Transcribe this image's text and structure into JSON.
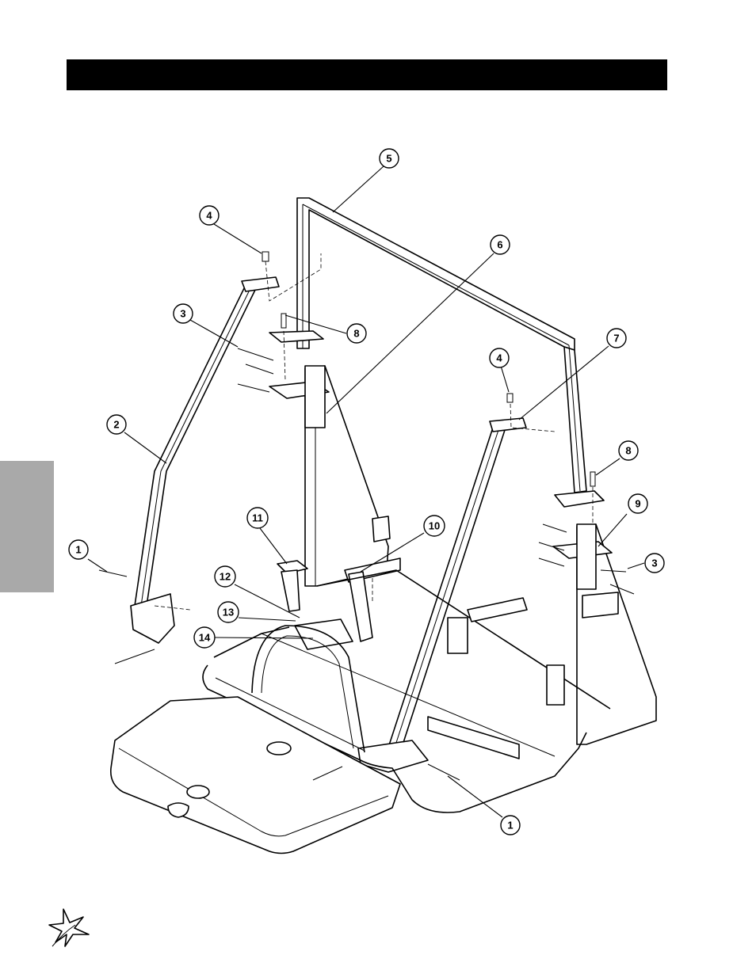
{
  "header": {
    "title": ""
  },
  "side_tab": {
    "label": ""
  },
  "callouts": [
    {
      "id": "c5",
      "label": "5"
    },
    {
      "id": "c4a",
      "label": "4"
    },
    {
      "id": "c6",
      "label": "6"
    },
    {
      "id": "c3a",
      "label": "3"
    },
    {
      "id": "c8a",
      "label": "8"
    },
    {
      "id": "c7",
      "label": "7"
    },
    {
      "id": "c4b",
      "label": "4"
    },
    {
      "id": "c2",
      "label": "2"
    },
    {
      "id": "c8b",
      "label": "8"
    },
    {
      "id": "c11",
      "label": "11"
    },
    {
      "id": "c10",
      "label": "10"
    },
    {
      "id": "c9",
      "label": "9"
    },
    {
      "id": "c1a",
      "label": "1"
    },
    {
      "id": "c3b",
      "label": "3"
    },
    {
      "id": "c12",
      "label": "12"
    },
    {
      "id": "c13",
      "label": "13"
    },
    {
      "id": "c14",
      "label": "14"
    },
    {
      "id": "c1b",
      "label": "1"
    }
  ],
  "colors": {
    "title_bar": "#000000",
    "side_tab": "#a9a9a9",
    "line": "#000000",
    "page": "#ffffff"
  },
  "logo": {
    "icon": "star-burst-logo"
  }
}
